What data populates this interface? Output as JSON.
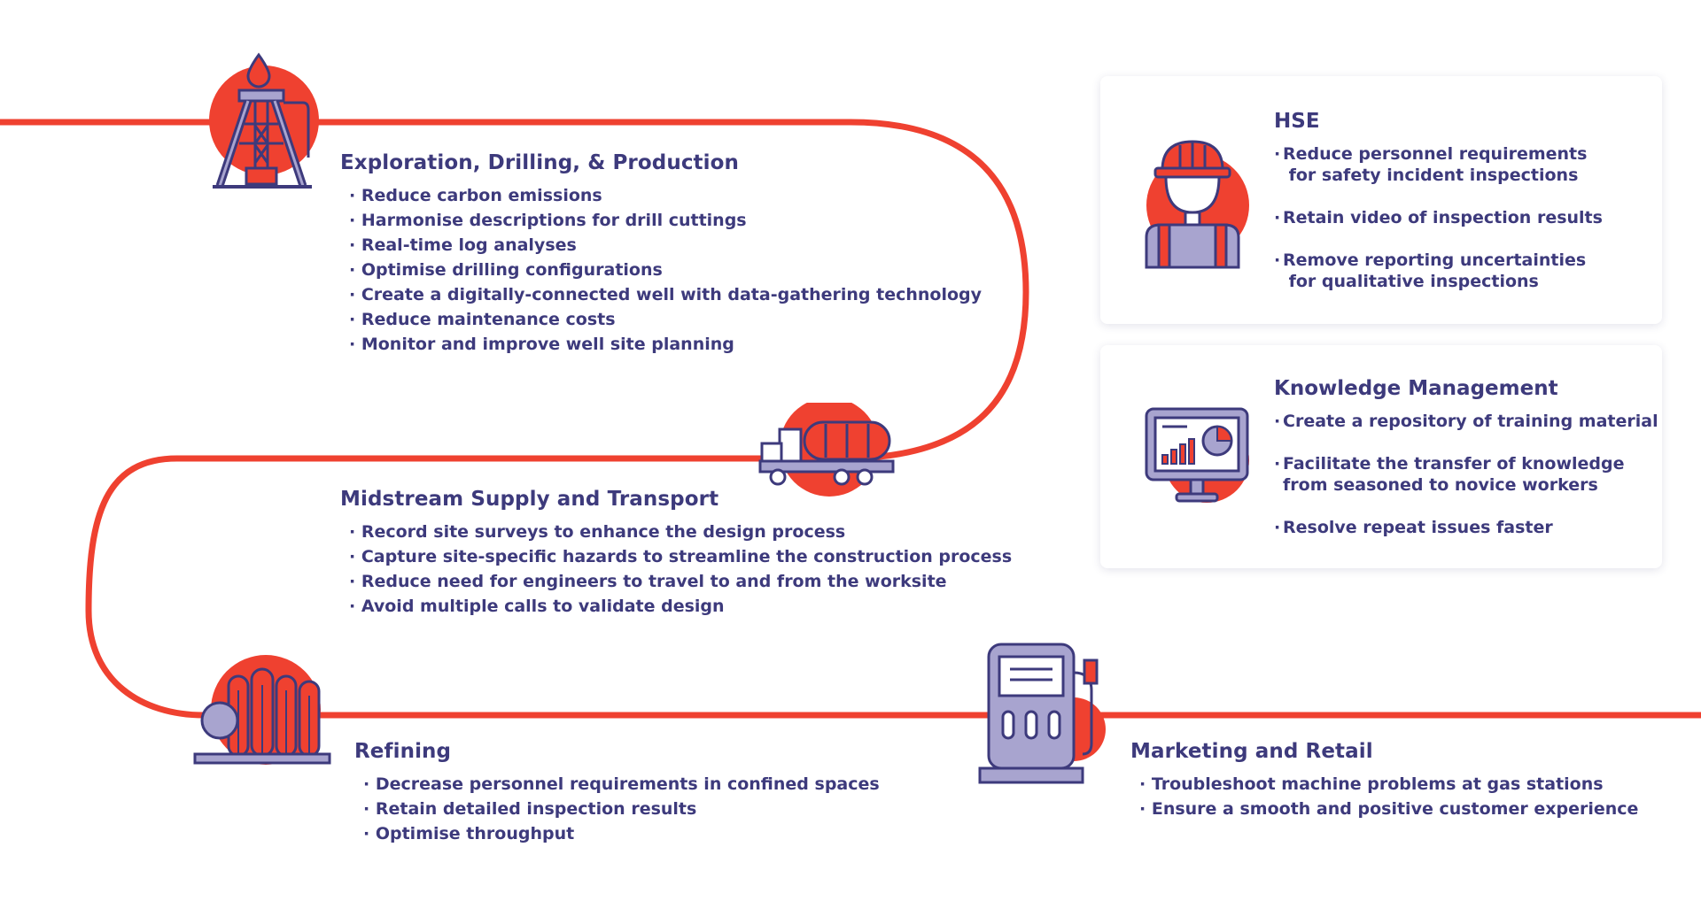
{
  "colors": {
    "accent": "#ef4130",
    "primary": "#3d3a7c",
    "lavender": "#a8a4cf"
  },
  "exploration": {
    "title": "Exploration, Drilling, & Production",
    "items": [
      "Reduce carbon emissions",
      "Harmonise descriptions for drill cuttings",
      "Real-time log analyses",
      "Optimise drilling configurations",
      "Create a digitally-connected well with data-gathering technology",
      "Reduce maintenance costs",
      "Monitor and improve well site planning"
    ]
  },
  "midstream": {
    "title": "Midstream Supply and Transport",
    "items": [
      "Record site surveys to enhance the design process",
      "Capture site-specific hazards to streamline the construction process",
      "Reduce need for engineers to travel to and from the worksite",
      "Avoid multiple calls to validate design"
    ]
  },
  "refining": {
    "title": "Refining",
    "items": [
      "Decrease personnel requirements in confined spaces",
      "Retain detailed inspection results",
      "Optimise throughput"
    ]
  },
  "marketing": {
    "title": "Marketing and Retail",
    "items": [
      "Troubleshoot machine problems at gas stations",
      "Ensure a smooth and positive customer experience"
    ]
  },
  "hse": {
    "title": "HSE",
    "items": [
      "Reduce personnel requirements\n for safety incident inspections",
      "Retain video of inspection results",
      "Remove reporting uncertainties\n for qualitative inspections"
    ]
  },
  "knowledge": {
    "title": "Knowledge Management",
    "items": [
      "Create a repository of training material",
      "Facilitate the transfer of knowledge\nfrom seasoned to novice workers",
      "Resolve repeat issues faster"
    ]
  },
  "icons": {
    "exploration": "oil-rig-icon",
    "midstream": "tanker-truck-icon",
    "refining": "refinery-icon",
    "marketing": "fuel-pump-icon",
    "hse": "worker-helmet-icon",
    "knowledge": "monitor-chart-icon"
  }
}
